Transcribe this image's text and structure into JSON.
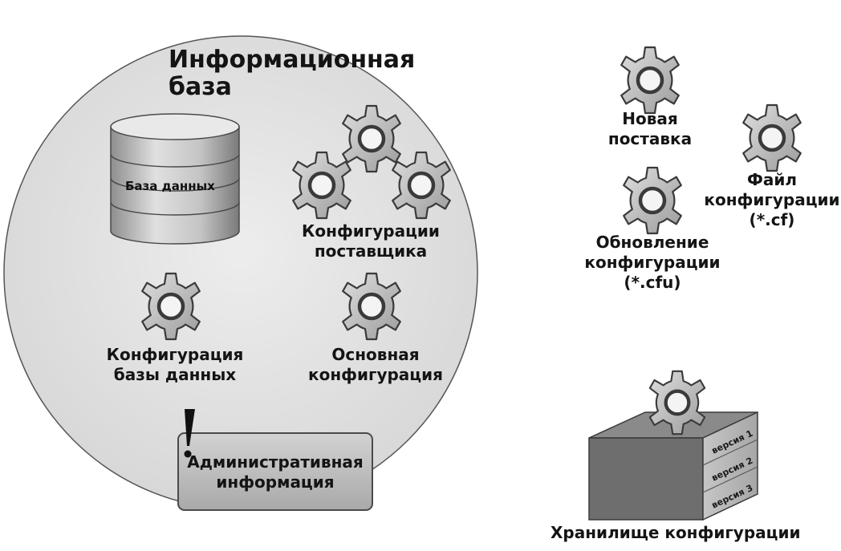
{
  "infobase": {
    "title_line1": "Информационная",
    "title_line2": "база",
    "database_label": "База данных",
    "vendor_configs": {
      "line1": "Конфигурации",
      "line2": "поставщика"
    },
    "db_config": {
      "line1": "Конфигурация",
      "line2": "базы данных"
    },
    "main_config": {
      "line1": "Основная",
      "line2": "конфигурация"
    },
    "admin_info": {
      "line1": "Административная",
      "line2": "информация"
    }
  },
  "files": {
    "new_delivery": {
      "line1": "Новая",
      "line2": "поставка"
    },
    "config_file": {
      "line1": "Файл",
      "line2": "конфигурации",
      "line3": "(*.cf)"
    },
    "config_update": {
      "line1": "Обновление",
      "line2": "конфигурации",
      "line3": "(*.cfu)"
    }
  },
  "repository": {
    "label": "Хранилище конфигурации",
    "versions": [
      "версия 1",
      "версия 2",
      "версия 3"
    ]
  },
  "icons": {
    "gear": "gear-icon",
    "database": "database-cylinder-icon",
    "exclamation": "exclamation-icon",
    "repository": "repository-box-icon"
  },
  "colors": {
    "circle_fill": "#e4e4e4",
    "gear_fill": "#c8c8c8",
    "gear_stroke": "#3a3a3a",
    "box_top": "#8a8a8a",
    "box_front": "#6e6e6e",
    "box_side": "#bdbdbd"
  }
}
